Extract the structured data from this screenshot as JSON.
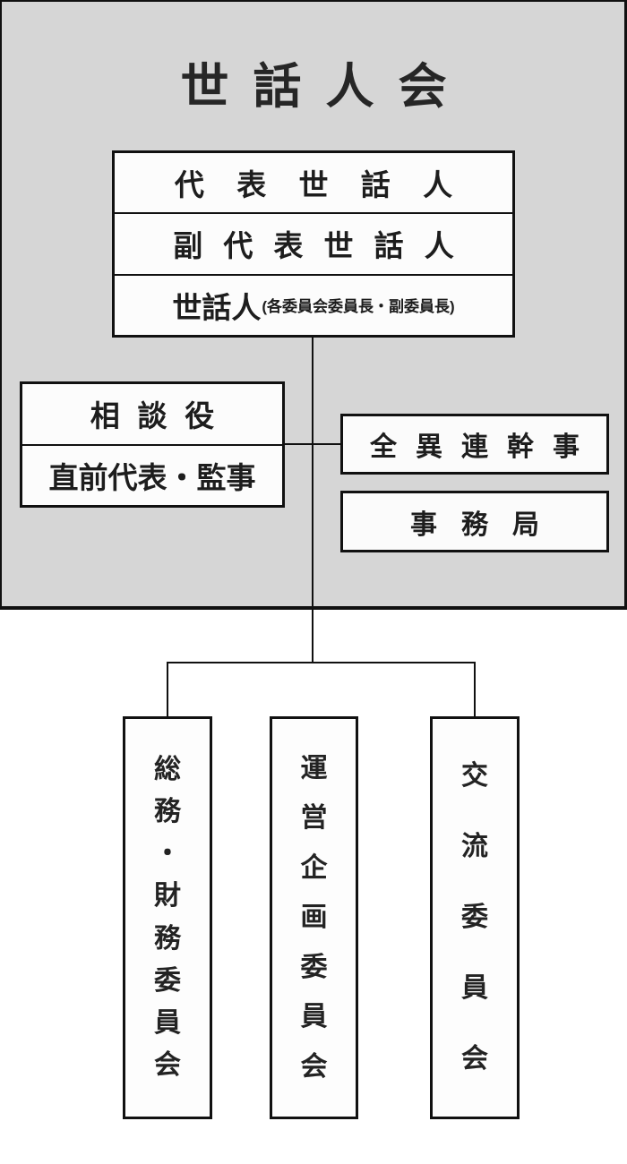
{
  "title": "世話人会",
  "board": {
    "rows": [
      {
        "label": "代表世話人"
      },
      {
        "label": "副代表世話人"
      },
      {
        "label": "世話人",
        "note": "(各委員会委員長・副委員長)"
      }
    ]
  },
  "advisors": {
    "rows": [
      {
        "label": "相談役"
      },
      {
        "label": "直前代表・監事"
      }
    ]
  },
  "side_boxes": [
    {
      "label": "全異連幹事"
    },
    {
      "label": "事務局"
    }
  ],
  "committees": [
    {
      "label": "総務・財務委員会"
    },
    {
      "label": "運営企画委員会"
    },
    {
      "label": "交流委員会"
    }
  ],
  "colors": {
    "panel_bg": "#d6d6d6",
    "box_bg": "#fcfcfc",
    "line": "#111111",
    "text": "#1d1d1d"
  }
}
